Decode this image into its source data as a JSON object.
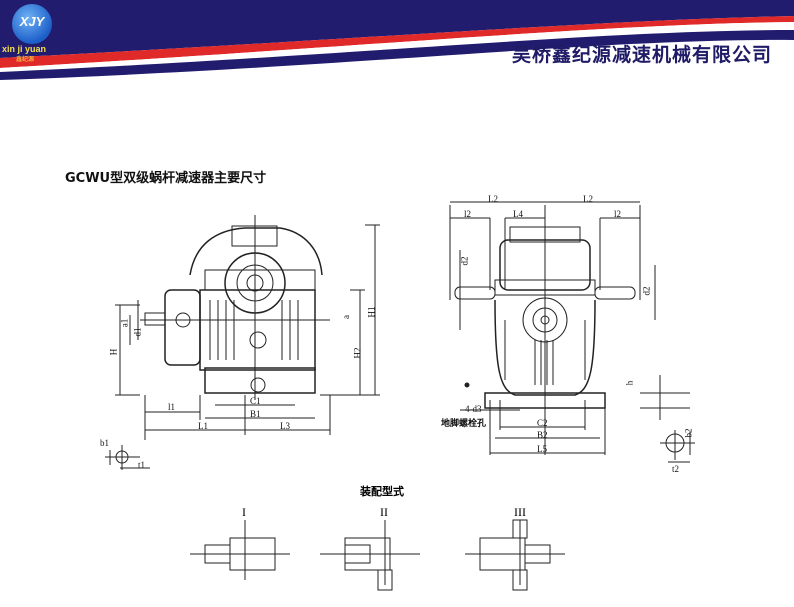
{
  "header": {
    "logo_text": "XJY",
    "logo_sub": "xin ji yuan",
    "logo_cn": "鑫纪源",
    "company_name": "吴桥鑫纪源减速机械有限公司",
    "colors": {
      "navy": "#221c6e",
      "red": "#e02a2a"
    }
  },
  "document": {
    "title": "GCWU型双级蜗杆减速器主要尺寸",
    "front_view_labels": {
      "a1": "a1",
      "d1": "d1",
      "H": "H",
      "a": "a",
      "H2": "H2",
      "H1": "H1",
      "C1": "C1",
      "B1": "B1",
      "l1": "l1",
      "L1": "L1",
      "L3": "L3",
      "b1": "b1",
      "t1": "t1"
    },
    "side_view_labels": {
      "L2_left": "L2",
      "L2_right": "L2",
      "l2_left": "l2",
      "l2_right": "l2",
      "L4": "L4",
      "d2_left": "d2",
      "d2_right": "d2",
      "h": "h",
      "d3": "4-d3",
      "bolt_hole": "地脚螺栓孔",
      "C2": "C2",
      "B2": "B2",
      "L5": "L5",
      "b2": "b2",
      "t2": "t2"
    },
    "assembly": {
      "title": "装配型式",
      "types": [
        "I",
        "II",
        "III"
      ]
    }
  }
}
